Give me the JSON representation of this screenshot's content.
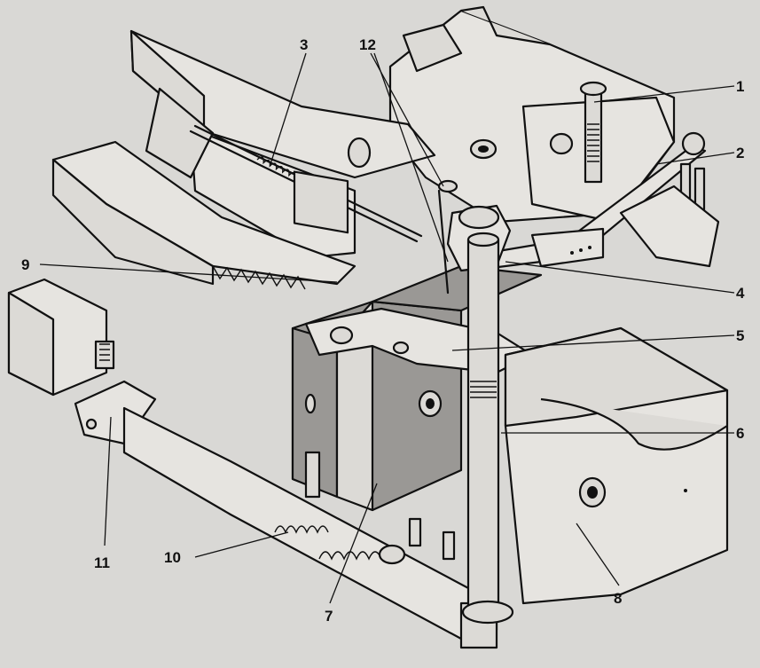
{
  "diagram": {
    "background": "#d9d8d5",
    "ink": "#111111",
    "shade": "#9a9895",
    "callouts": [
      {
        "id": "1",
        "text": "1"
      },
      {
        "id": "2",
        "text": "2"
      },
      {
        "id": "3",
        "text": "3"
      },
      {
        "id": "4",
        "text": "4"
      },
      {
        "id": "5",
        "text": "5"
      },
      {
        "id": "6",
        "text": "6"
      },
      {
        "id": "7",
        "text": "7"
      },
      {
        "id": "8",
        "text": "8"
      },
      {
        "id": "9",
        "text": "9"
      },
      {
        "id": "10",
        "text": "10"
      },
      {
        "id": "11",
        "text": "11"
      },
      {
        "id": "12",
        "text": "12"
      }
    ]
  }
}
